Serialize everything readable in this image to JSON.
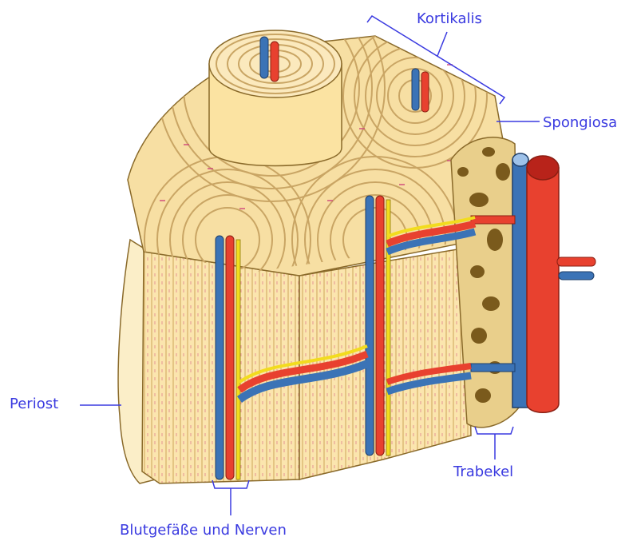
{
  "labels": {
    "kortikalis": "Kortikalis",
    "spongiosa": "Spongiosa",
    "periost": "Periost",
    "trabekel": "Trabekel",
    "blutgefaesse": "Blutgefäße und Nerven"
  },
  "colors": {
    "label": "#3a3ae0",
    "bone_light": "#fbe7b4",
    "bone_mid": "#eecf8a",
    "lamella_line": "#c9a564",
    "artery": "#e8412f",
    "vein": "#3b73b6",
    "nerve": "#f2dc1e",
    "spongiosa_dark": "#7a5a1c",
    "haversian_dot": "#d0467a"
  },
  "icons": [
    "bone-block-illustration"
  ]
}
